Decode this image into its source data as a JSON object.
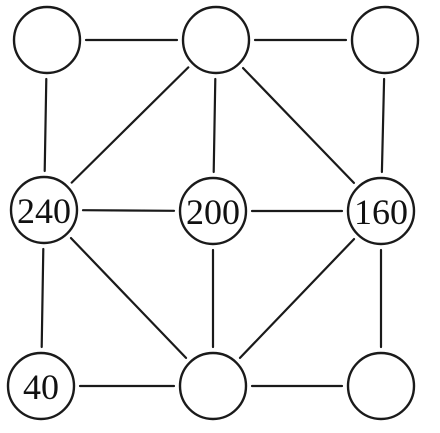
{
  "nodes": [
    {
      "id": "top-left",
      "label": ""
    },
    {
      "id": "top-middle",
      "label": ""
    },
    {
      "id": "top-right",
      "label": ""
    },
    {
      "id": "middle-left",
      "label": "240"
    },
    {
      "id": "center",
      "label": "200"
    },
    {
      "id": "middle-right",
      "label": "160"
    },
    {
      "id": "bottom-left",
      "label": "40"
    },
    {
      "id": "bottom-middle",
      "label": ""
    },
    {
      "id": "bottom-right",
      "label": ""
    }
  ],
  "edges": [
    [
      "top-left",
      "top-middle"
    ],
    [
      "top-middle",
      "top-right"
    ],
    [
      "top-left",
      "middle-left"
    ],
    [
      "top-middle",
      "middle-left"
    ],
    [
      "top-middle",
      "center"
    ],
    [
      "top-middle",
      "middle-right"
    ],
    [
      "top-right",
      "middle-right"
    ],
    [
      "middle-left",
      "center"
    ],
    [
      "center",
      "middle-right"
    ],
    [
      "middle-left",
      "bottom-left"
    ],
    [
      "middle-left",
      "bottom-middle"
    ],
    [
      "center",
      "bottom-middle"
    ],
    [
      "middle-right",
      "bottom-middle"
    ],
    [
      "middle-right",
      "bottom-right"
    ],
    [
      "bottom-left",
      "bottom-middle"
    ],
    [
      "bottom-middle",
      "bottom-right"
    ]
  ]
}
